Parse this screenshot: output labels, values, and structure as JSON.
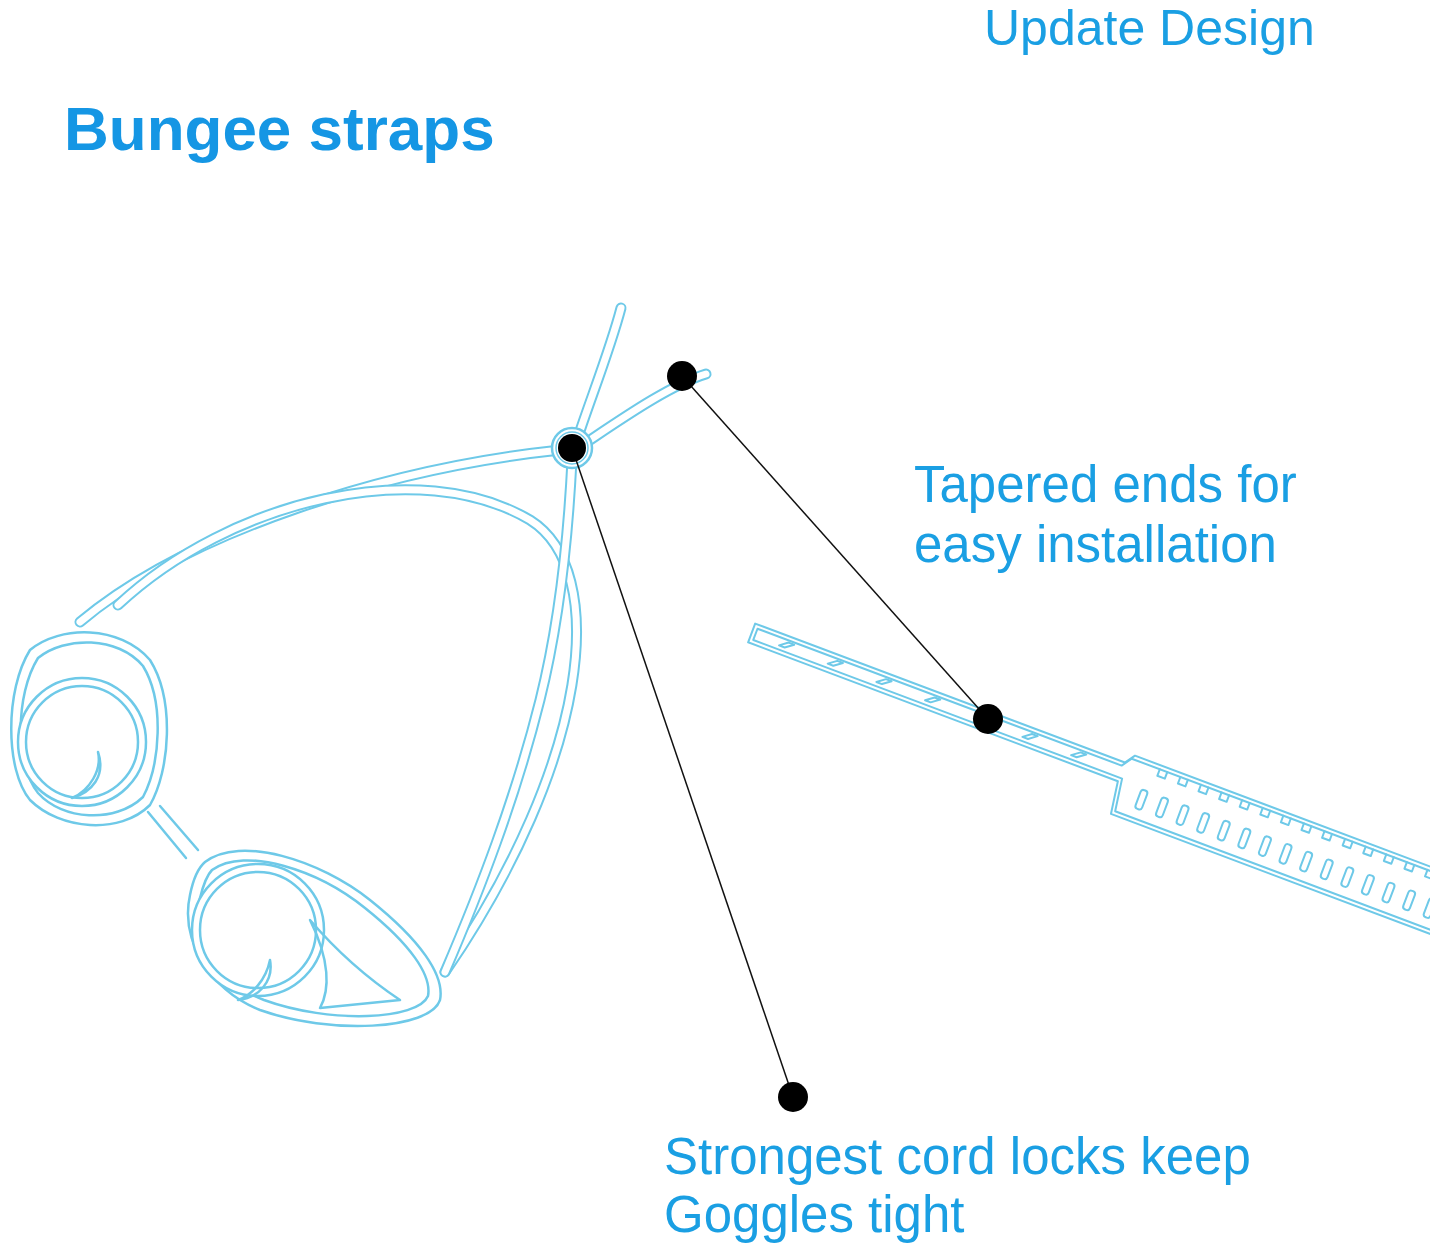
{
  "diagram": {
    "title": "Bungee straps",
    "labels": [
      "Update Design",
      "Tapered ends for easy installation",
      "Strongest cord locks keep Goggles tight"
    ]
  }
}
